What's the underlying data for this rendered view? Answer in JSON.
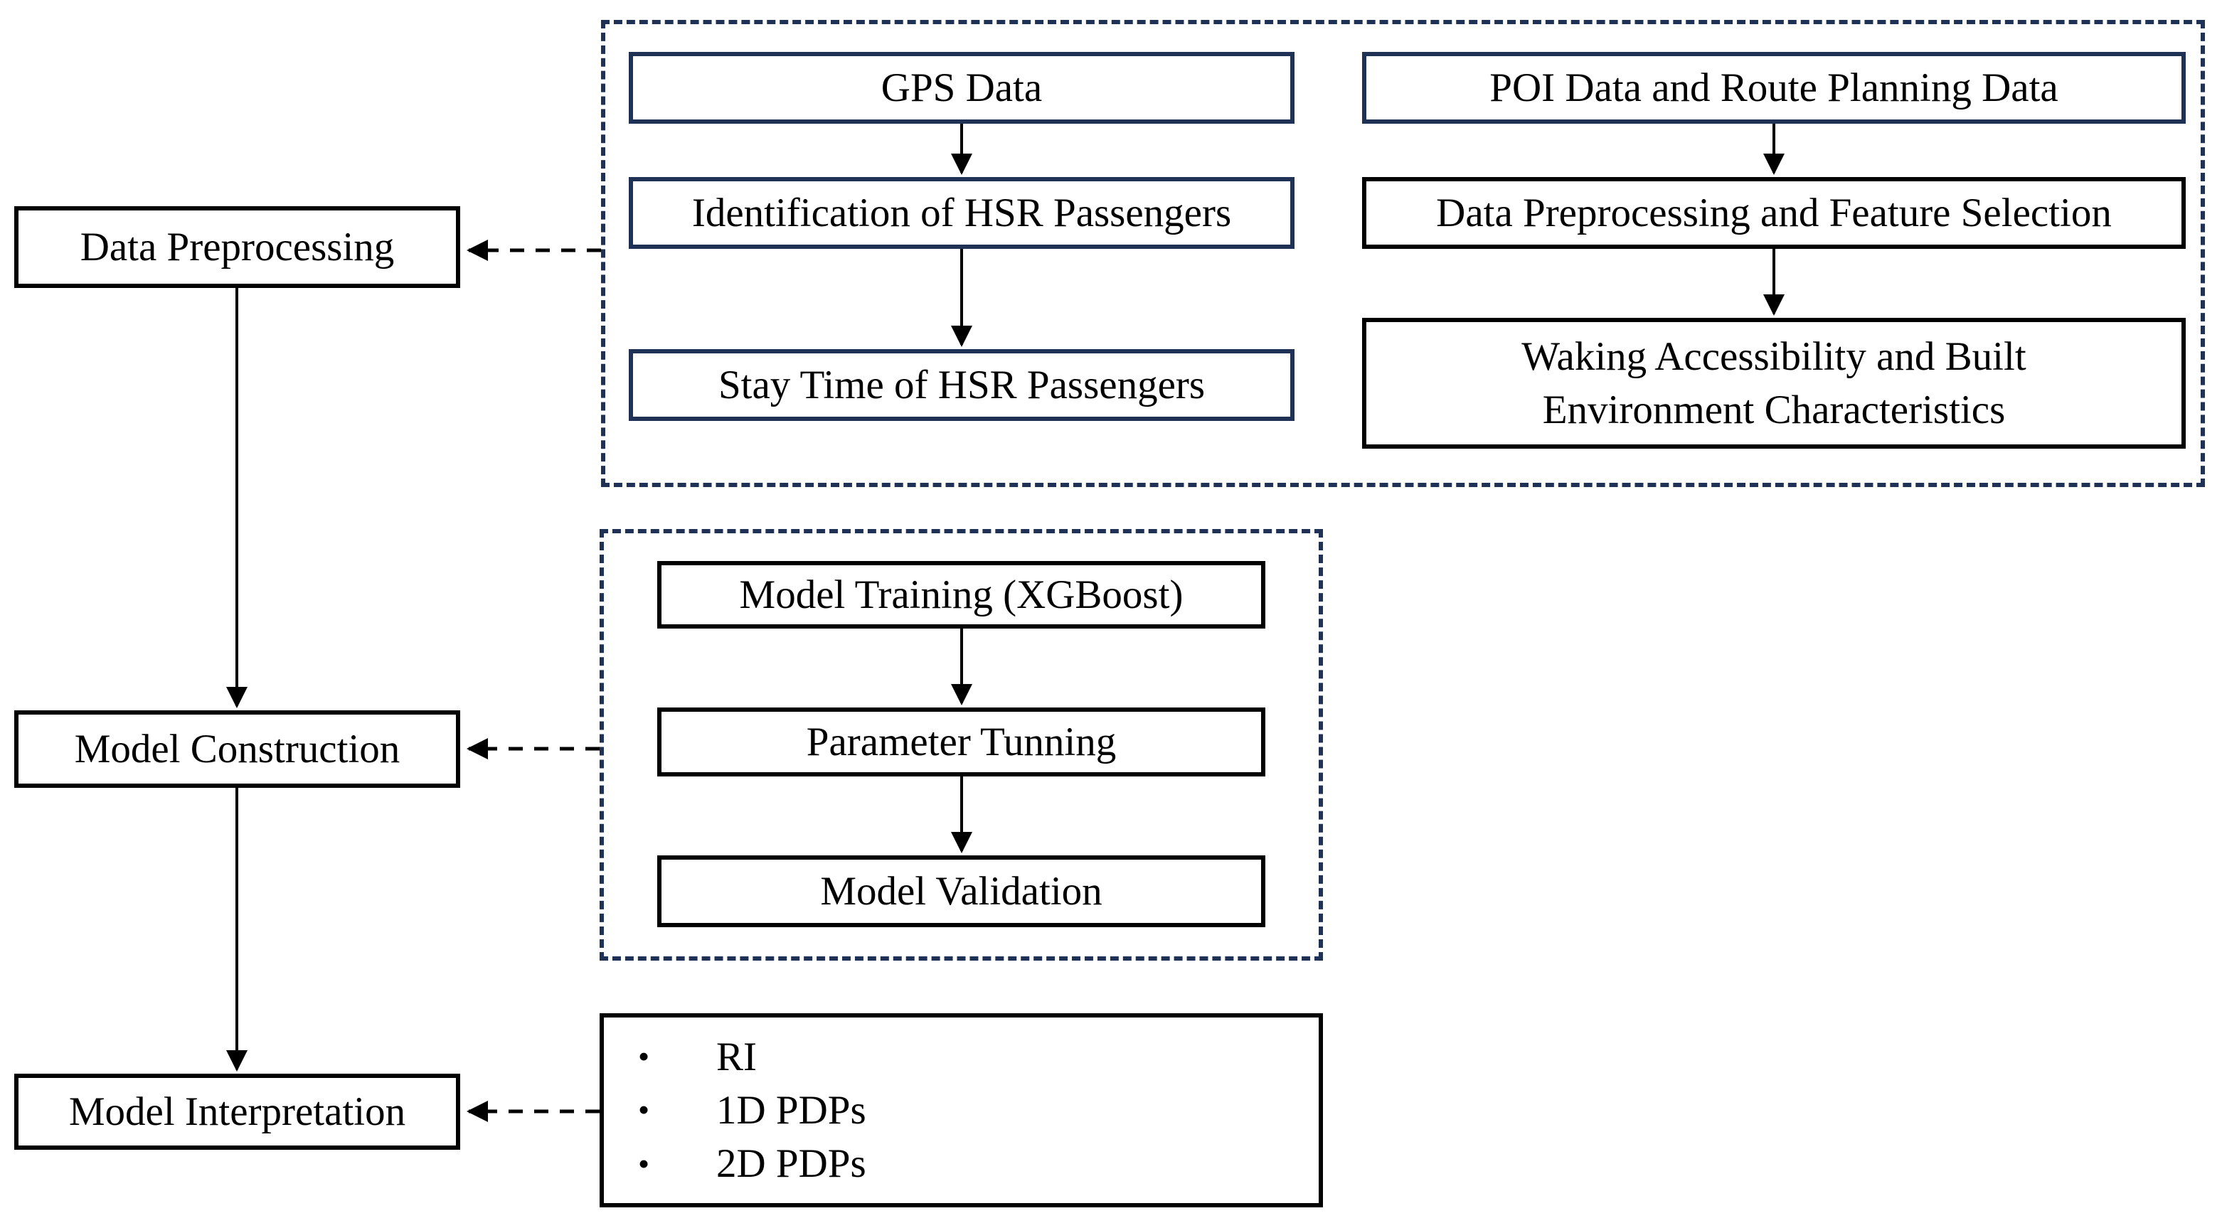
{
  "diagram": {
    "stages": [
      {
        "label": "Data Preprocessing"
      },
      {
        "label": "Model Construction"
      },
      {
        "label": "Model Interpretation"
      }
    ],
    "data_stage": {
      "gps_flow": {
        "step1": "GPS Data",
        "step2": "Identification of HSR Passengers",
        "step3": "Stay Time of HSR Passengers"
      },
      "poi_flow": {
        "step1": "POI Data and Route Planning Data",
        "step2": "Data Preprocessing and Feature Selection",
        "step3": "Waking Accessibility and Built Environment Characteristics"
      }
    },
    "model_stage": {
      "step1": "Model Training (XGBoost)",
      "step2": "Parameter Tunning",
      "step3": "Model Validation"
    },
    "interpretation_stage": {
      "bullet_glyph": "•",
      "items": [
        "RI",
        "1D PDPs",
        "2D PDPs"
      ]
    },
    "colors": {
      "navy_border": "#1f3255",
      "black_border": "#000000",
      "text": "#000000",
      "background": "#ffffff"
    }
  }
}
